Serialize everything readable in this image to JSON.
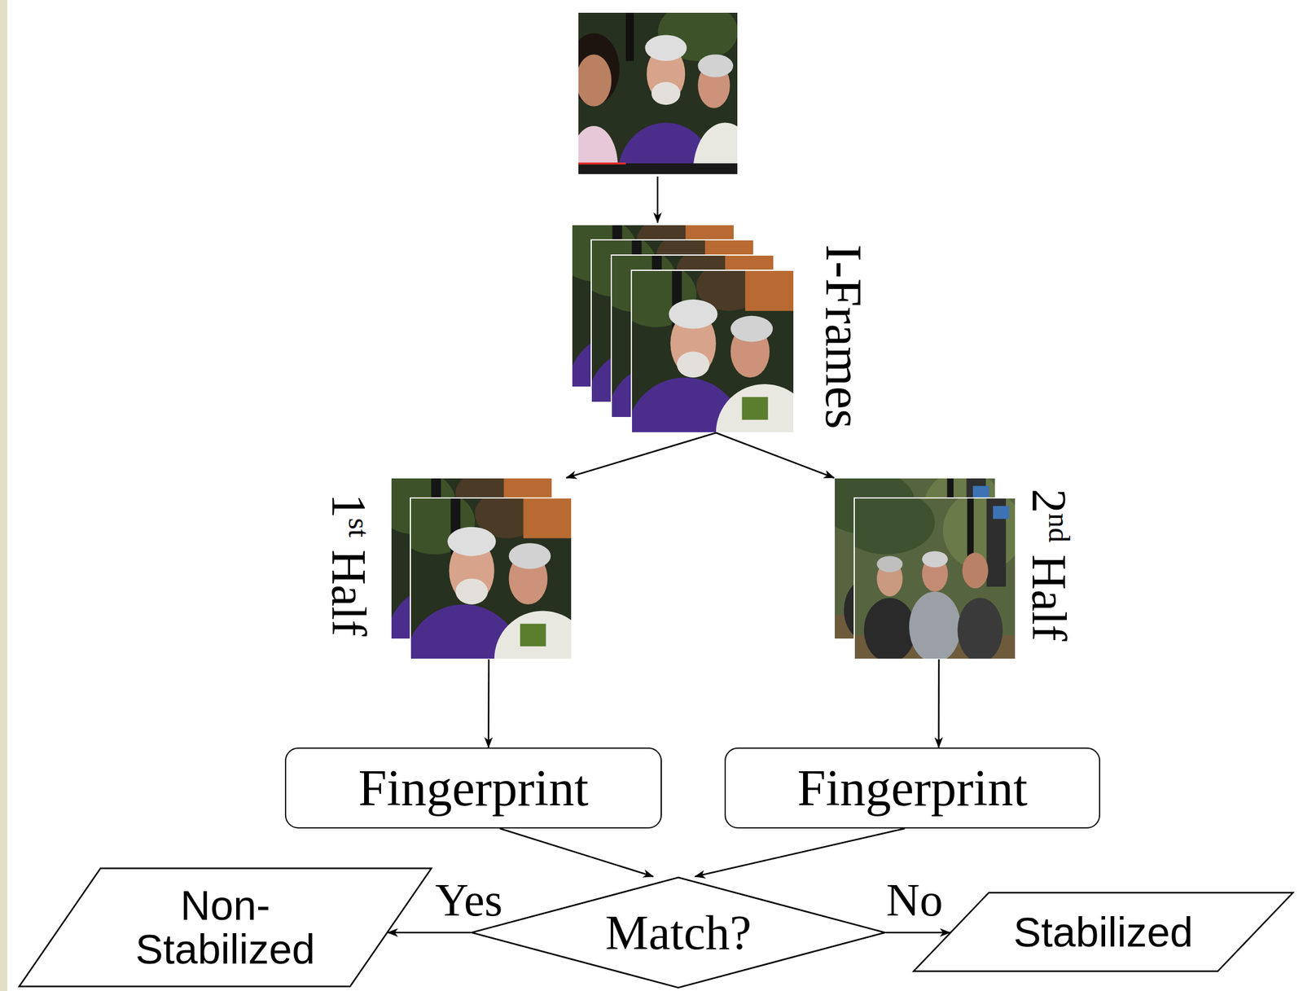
{
  "diagram": {
    "nodes": [
      {
        "text": [
          "I-Frames"
        ]
      },
      {
        "text": [
          "1st Half"
        ]
      },
      {
        "text": [
          "2nd Half"
        ]
      },
      {
        "text": [
          "Fingerprint"
        ]
      },
      {
        "text": [
          "Fingerprint"
        ]
      },
      {
        "text": [
          "Match?"
        ]
      },
      {
        "text": [
          "Non- Stabilized"
        ]
      },
      {
        "text": [
          "Stabilized"
        ]
      }
    ],
    "edges": [
      {
        "from": 0,
        "to": 1,
        "arrow": "to"
      },
      {
        "from": 0,
        "to": 2,
        "arrow": "to"
      },
      {
        "from": 1,
        "to": 3,
        "arrow": "to"
      },
      {
        "from": 2,
        "to": 4,
        "arrow": "to"
      },
      {
        "from": 3,
        "to": 5,
        "arrow": "to"
      },
      {
        "from": 4,
        "to": 5,
        "arrow": "to"
      },
      {
        "from": 5,
        "to": 6,
        "label": "Yes",
        "arrow": "to"
      },
      {
        "from": 5,
        "to": 7,
        "label": "No",
        "arrow": "to"
      }
    ]
  }
}
